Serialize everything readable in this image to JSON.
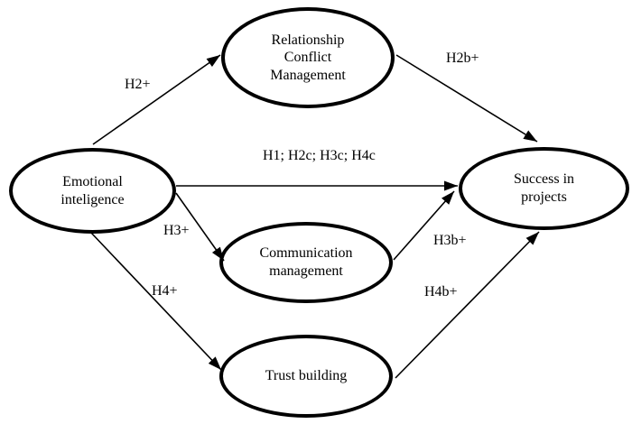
{
  "diagram": {
    "type": "path-model",
    "colors": {
      "stroke": "#000000",
      "text": "#000000",
      "background": "#ffffff"
    },
    "nodes": {
      "emotional": {
        "lines": [
          "Emotional",
          "inteligence"
        ]
      },
      "relationship": {
        "lines": [
          "Relationship",
          "Conflict",
          "Management"
        ]
      },
      "communication": {
        "lines": [
          "Communication",
          "management"
        ]
      },
      "trust": {
        "lines": [
          "Trust building"
        ]
      },
      "success": {
        "lines": [
          "Success in",
          "projects"
        ]
      }
    },
    "edges": [
      {
        "id": "h2",
        "from": "emotional",
        "to": "relationship",
        "label": "H2+"
      },
      {
        "id": "h1",
        "from": "emotional",
        "to": "success",
        "label": "H1; H2c; H3c; H4c"
      },
      {
        "id": "h3",
        "from": "emotional",
        "to": "communication",
        "label": "H3+"
      },
      {
        "id": "h4",
        "from": "emotional",
        "to": "trust",
        "label": "H4+"
      },
      {
        "id": "h2b",
        "from": "relationship",
        "to": "success",
        "label": "H2b+"
      },
      {
        "id": "h3b",
        "from": "communication",
        "to": "success",
        "label": "H3b+"
      },
      {
        "id": "h4b",
        "from": "trust",
        "to": "success",
        "label": "H4b+"
      }
    ]
  }
}
